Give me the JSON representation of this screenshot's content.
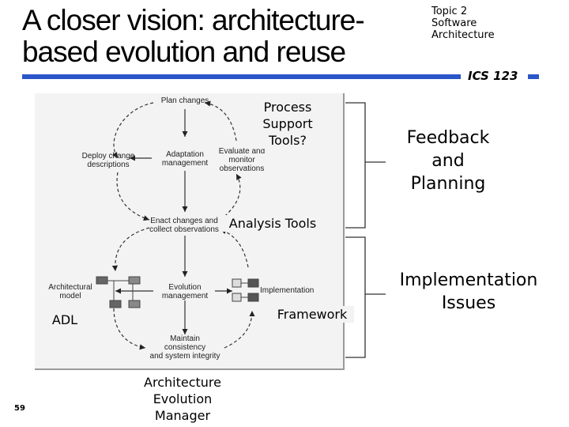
{
  "title": "A closer vision: architecture-based evolution and reuse",
  "topic": {
    "line1": "Topic 2",
    "line2": "Software",
    "line3": "Architecture"
  },
  "course": "ICS 123",
  "page_number": "59",
  "figure": {
    "plan_changes": "Plan changes",
    "deploy_line1": "Deploy change",
    "deploy_line2": "descriptions",
    "adaptation_line1": "Adaptation",
    "adaptation_line2": "management",
    "evaluate_line1": "Evaluate and",
    "evaluate_line2": "monitor",
    "evaluate_line3": "observations",
    "enact_line1": "Enact changes and",
    "enact_line2": "collect observations",
    "arch_model_line1": "Architectural",
    "arch_model_line2": "model",
    "evolution_line1": "Evolution",
    "evolution_line2": "management",
    "implementation": "Implementation",
    "maintain_line1": "Maintain",
    "maintain_line2": "consistency",
    "maintain_line3": "and system integrity"
  },
  "overlays": {
    "process_line1": "Process",
    "process_line2": "Support",
    "process_line3": "Tools?",
    "analysis_tools": "Analysis Tools",
    "framework": "Framework",
    "adl": "ADL",
    "aem_line1": "Architecture",
    "aem_line2": "Evolution",
    "aem_line3": "Manager"
  },
  "side": {
    "feedback_line1": "Feedback",
    "feedback_line2": "and",
    "feedback_line3": "Planning",
    "impl_line1": "Implementation",
    "impl_line2": "Issues"
  },
  "colors": {
    "accent_rule": "#2b56c8"
  }
}
